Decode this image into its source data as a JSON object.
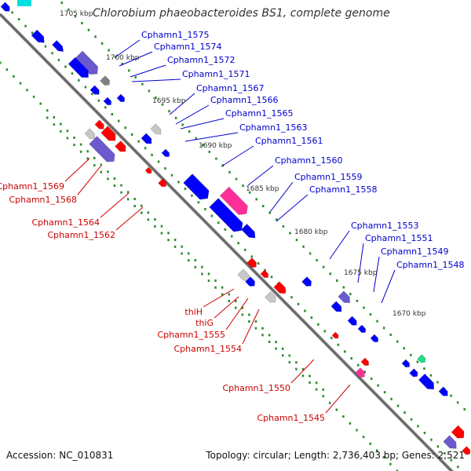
{
  "title": "Chlorobium phaeobacteroides BS1, complete genome",
  "accession_text": "Accession: NC_010831",
  "topology_text": "Topology: circular; Length: 2,736,403 bp; Genes: 2,521",
  "colors": {
    "backbone": "#808080",
    "tick": "#2e8b2e",
    "forward_gene": "#0000ff",
    "reverse_gene": "#ff0000",
    "forward_label": "#0000cc",
    "reverse_label": "#cc0000",
    "pink_gene": "#ff2f9a",
    "purple_gene": "#6a5acd",
    "gray_gene": "#c8c8c8",
    "teal_gene": "#22dd88"
  },
  "scale_labels": [
    "1705 kbp",
    "1700 kbp",
    "1695 kbp",
    "1690 kbp",
    "1685 kbp",
    "1680 kbp",
    "1675 kbp",
    "1670 kbp"
  ],
  "forward_labels": [
    "Cphamn1_1575",
    "Cphamn1_1574",
    "Cphamn1_1572",
    "Cphamn1_1571",
    "Cphamn1_1567",
    "Cphamn1_1566",
    "Cphamn1_1565",
    "Cphamn1_1563",
    "Cphamn1_1561",
    "Cphamn1_1560",
    "Cphamn1_1559",
    "Cphamn1_1558",
    "Cphamn1_1553",
    "Cphamn1_1551",
    "Cphamn1_1549",
    "Cphamn1_1548"
  ],
  "reverse_labels": [
    "Cphamn1_1569",
    "Cphamn1_1568",
    "Cphamn1_1564",
    "Cphamn1_1562",
    "thiH",
    "thiG",
    "Cphamn1_1555",
    "Cphamn1_1554",
    "Cphamn1_1550",
    "Cphamn1_1545"
  ]
}
